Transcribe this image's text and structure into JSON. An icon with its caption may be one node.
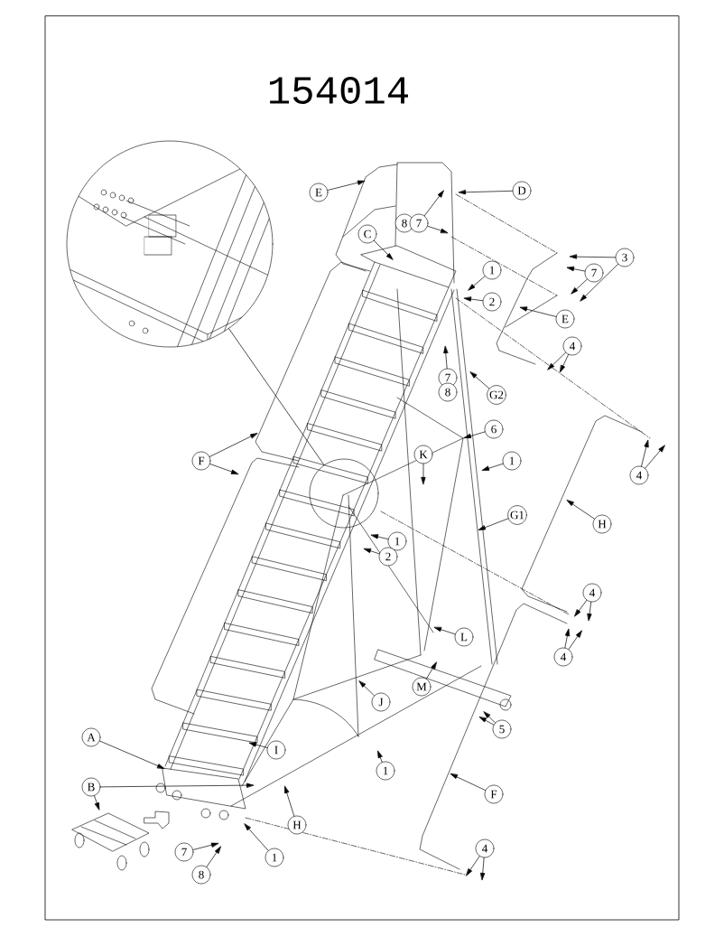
{
  "diagram": {
    "title": "154014",
    "nodes": [
      {
        "text": [
          "E"
        ]
      },
      {
        "text": [
          "D"
        ]
      },
      {
        "text": [
          "8"
        ]
      },
      {
        "text": [
          "7"
        ]
      },
      {
        "text": [
          "C"
        ]
      },
      {
        "text": [
          "3"
        ]
      },
      {
        "text": [
          "1"
        ]
      },
      {
        "text": [
          "7"
        ]
      },
      {
        "text": [
          "2"
        ]
      },
      {
        "text": [
          "E"
        ]
      },
      {
        "text": [
          "4"
        ]
      },
      {
        "text": [
          "7"
        ]
      },
      {
        "text": [
          "8"
        ]
      },
      {
        "text": [
          "G2"
        ]
      },
      {
        "text": [
          "6"
        ]
      },
      {
        "text": [
          "K"
        ]
      },
      {
        "text": [
          "F"
        ]
      },
      {
        "text": [
          "1"
        ]
      },
      {
        "text": [
          "4"
        ]
      },
      {
        "text": [
          "G1"
        ]
      },
      {
        "text": [
          "H"
        ]
      },
      {
        "text": [
          "1"
        ]
      },
      {
        "text": [
          "2"
        ]
      },
      {
        "text": [
          "4"
        ]
      },
      {
        "text": [
          "L"
        ]
      },
      {
        "text": [
          "4"
        ]
      },
      {
        "text": [
          "M"
        ]
      },
      {
        "text": [
          "J"
        ]
      },
      {
        "text": [
          "5"
        ]
      },
      {
        "text": [
          "A"
        ]
      },
      {
        "text": [
          "I"
        ]
      },
      {
        "text": [
          "1"
        ]
      },
      {
        "text": [
          "B"
        ]
      },
      {
        "text": [
          "F"
        ]
      },
      {
        "text": [
          "H"
        ]
      },
      {
        "text": [
          "7"
        ]
      },
      {
        "text": [
          "1"
        ]
      },
      {
        "text": [
          "8"
        ]
      },
      {
        "text": [
          "4"
        ]
      },
      {
        "text": [],
        "shape": "circle"
      },
      {
        "text": [],
        "shape": "circle"
      },
      {
        "text": [],
        "shape": "picture"
      }
    ],
    "edges": [
      {
        "from": 0,
        "to": null,
        "arrow": "to"
      },
      {
        "from": 1,
        "to": null,
        "arrow": "to"
      },
      {
        "from": 3,
        "to": null,
        "arrow": "to"
      },
      {
        "from": 3,
        "to": null,
        "arrow": "to"
      },
      {
        "from": 4,
        "to": null,
        "arrow": "to"
      },
      {
        "from": 5,
        "to": null,
        "arrow": "to"
      },
      {
        "from": 5,
        "to": null,
        "arrow": "to"
      },
      {
        "from": 6,
        "to": null,
        "arrow": "to"
      },
      {
        "from": 7,
        "to": null,
        "arrow": "to"
      },
      {
        "from": 7,
        "to": null,
        "arrow": "to"
      },
      {
        "from": 8,
        "to": null,
        "arrow": "to"
      },
      {
        "from": 9,
        "to": null,
        "arrow": "to"
      },
      {
        "from": 10,
        "to": null,
        "arrow": "to"
      },
      {
        "from": 10,
        "to": null,
        "arrow": "to"
      },
      {
        "from": 11,
        "to": null,
        "arrow": "to"
      },
      {
        "from": 13,
        "to": null,
        "arrow": "to"
      },
      {
        "from": 14,
        "to": null,
        "arrow": "to"
      },
      {
        "from": 15,
        "to": null,
        "arrow": "to"
      },
      {
        "from": 16,
        "to": null,
        "arrow": "to"
      },
      {
        "from": 16,
        "to": null,
        "arrow": "to"
      },
      {
        "from": 17,
        "to": null,
        "arrow": "to"
      },
      {
        "from": 18,
        "to": null,
        "arrow": "to"
      },
      {
        "from": 18,
        "to": null,
        "arrow": "to"
      },
      {
        "from": 19,
        "to": null,
        "arrow": "to"
      },
      {
        "from": 20,
        "to": null,
        "arrow": "to"
      },
      {
        "from": 21,
        "to": null,
        "arrow": "to"
      },
      {
        "from": 22,
        "to": null,
        "arrow": "to"
      },
      {
        "from": 23,
        "to": null,
        "arrow": "to"
      },
      {
        "from": 23,
        "to": null,
        "arrow": "to"
      },
      {
        "from": 24,
        "to": null,
        "arrow": "to"
      },
      {
        "from": 25,
        "to": null,
        "arrow": "to"
      },
      {
        "from": 25,
        "to": null,
        "arrow": "to"
      },
      {
        "from": 26,
        "to": null,
        "arrow": "to"
      },
      {
        "from": 27,
        "to": null,
        "arrow": "to"
      },
      {
        "from": 28,
        "to": null,
        "arrow": "to"
      },
      {
        "from": 28,
        "to": null,
        "arrow": "to"
      },
      {
        "from": 29,
        "to": null,
        "arrow": "to"
      },
      {
        "from": 30,
        "to": null,
        "arrow": "to"
      },
      {
        "from": 31,
        "to": null,
        "arrow": "to"
      },
      {
        "from": 32,
        "to": null,
        "arrow": "to"
      },
      {
        "from": 32,
        "to": 41,
        "arrow": "to"
      },
      {
        "from": 33,
        "to": null,
        "arrow": "to"
      },
      {
        "from": 34,
        "to": null,
        "arrow": "to"
      },
      {
        "from": 36,
        "to": null,
        "arrow": "to"
      },
      {
        "from": 35,
        "to": null,
        "arrow": "to"
      },
      {
        "from": 37,
        "to": null,
        "arrow": "to"
      },
      {
        "from": 38,
        "to": null,
        "arrow": "to"
      },
      {
        "from": 38,
        "to": null,
        "arrow": "to"
      },
      {
        "from": 39,
        "to": 40,
        "arrow": "none"
      }
    ]
  }
}
